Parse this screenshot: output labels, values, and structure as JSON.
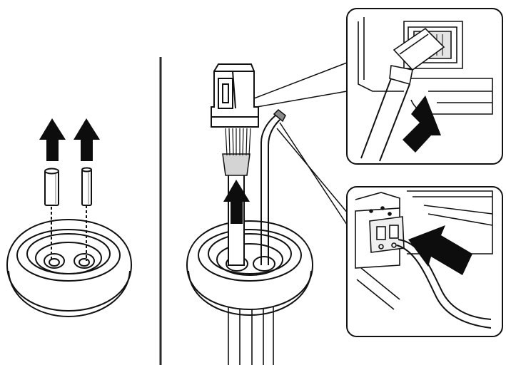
{
  "colors": {
    "background": "#ffffff",
    "ink": "#111111",
    "arrow": "#0d0d0d",
    "inset_fill": "#ffffff",
    "shade": "#cfcfcf",
    "mid_gray": "#8a8a8a"
  },
  "panels": {
    "left": {
      "step": "remove-plugs",
      "arrow_count": 2,
      "plug_count": 2
    },
    "right": {
      "step": "insert-cable-and-connect",
      "insets": [
        "rj45-port-closeup",
        "terminal-block-closeup"
      ]
    }
  },
  "icons": {
    "up_arrow": "arrow-up-icon",
    "insert_arrow": "arrow-diagonal-icon"
  }
}
